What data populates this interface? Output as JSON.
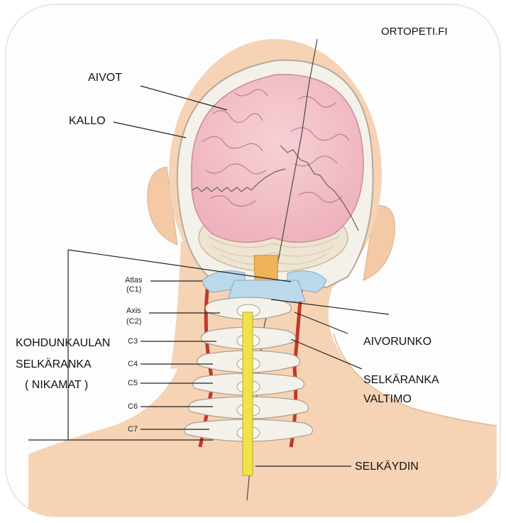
{
  "source": "ORTOPETI.FI",
  "labels": {
    "brain": "AIVOT",
    "skull": "KALLO",
    "cervical_spine_1": "KOHDUNKAULAN",
    "cervical_spine_2": "SELKÄRANKA",
    "cervical_spine_3": "( NIKAMAT )",
    "brainstem": "AIVORUNKO",
    "artery_1": "SELKÄRANKA",
    "artery_2": "VALTIMO",
    "spinal_cord": "SELKÄYDIN"
  },
  "vertebrae": [
    {
      "name": "Atlas",
      "code": "(C1)"
    },
    {
      "name": "Axis",
      "code": "(C2)"
    },
    {
      "name": "C3",
      "code": ""
    },
    {
      "name": "C4",
      "code": ""
    },
    {
      "name": "C5",
      "code": ""
    },
    {
      "name": "C6",
      "code": ""
    },
    {
      "name": "C7",
      "code": ""
    }
  ],
  "colors": {
    "skin": "#f6d3b4",
    "brain": "#f3bfc8",
    "bone": "#f4f1ea",
    "atlas": "#bcd9ec",
    "cord": "#f2e24a",
    "artery": "#c0392b"
  }
}
